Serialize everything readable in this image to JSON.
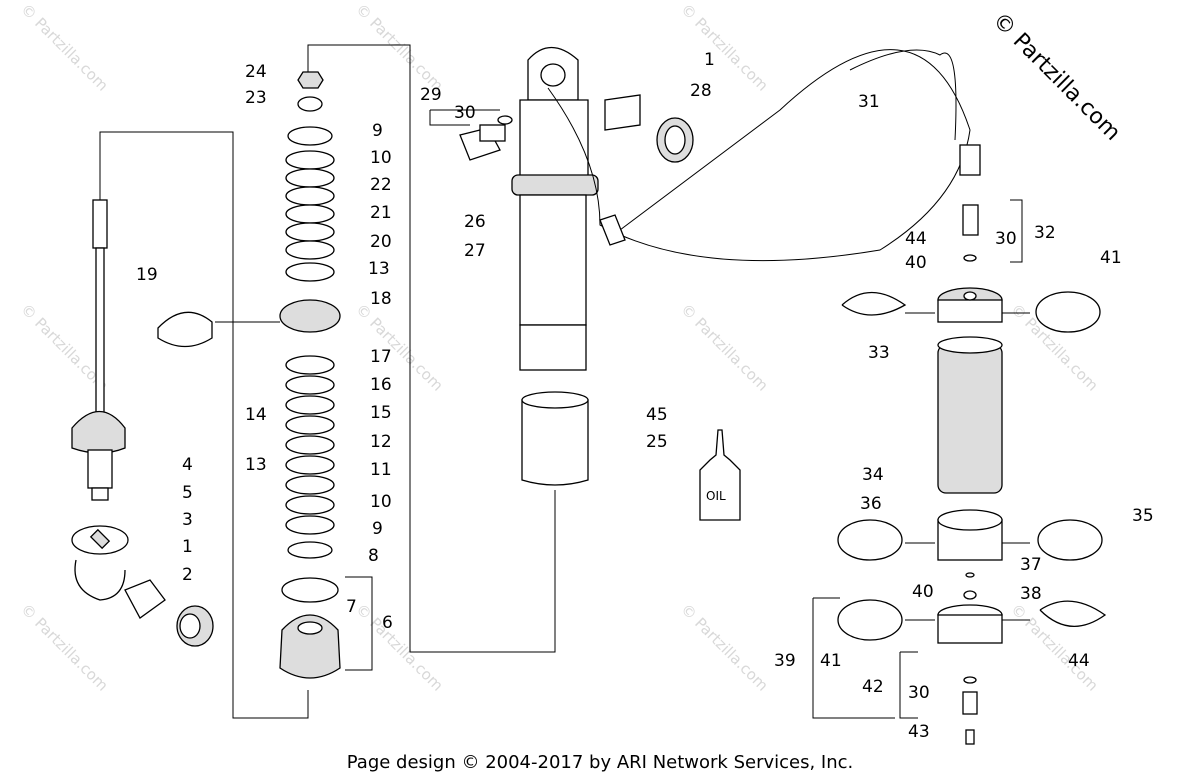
{
  "watermark": "© Partzilla.com",
  "copyright": "© Partzilla.com",
  "footer": "Page design © 2004-2017 by ARI Network Services, Inc.",
  "bottle_label": "OIL",
  "callouts": [
    "1",
    "2",
    "3",
    "4",
    "5",
    "6",
    "7",
    "8",
    "9",
    "10",
    "11",
    "12",
    "13",
    "14",
    "15",
    "16",
    "17",
    "18",
    "19",
    "20",
    "21",
    "22",
    "23",
    "24",
    "25",
    "26",
    "27",
    "28",
    "29",
    "30",
    "31",
    "32",
    "33",
    "34",
    "35",
    "36",
    "37",
    "38",
    "39",
    "40",
    "41",
    "42",
    "43",
    "44",
    "45"
  ]
}
